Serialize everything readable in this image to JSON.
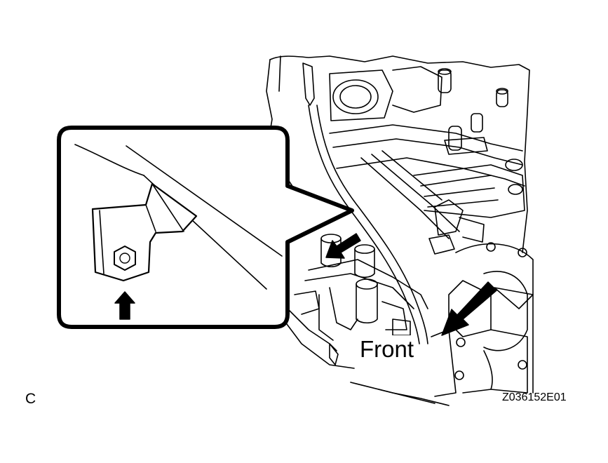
{
  "labels": {
    "front": "Front",
    "corner_letter": "C",
    "figure_code": "Z036152E01"
  },
  "colors": {
    "ink": "#000000",
    "paper": "#ffffff"
  },
  "icons": [
    "detail-callout",
    "bolt-icon",
    "up-arrow-icon",
    "pointer-arrow-icon",
    "front-direction-arrow-icon"
  ]
}
